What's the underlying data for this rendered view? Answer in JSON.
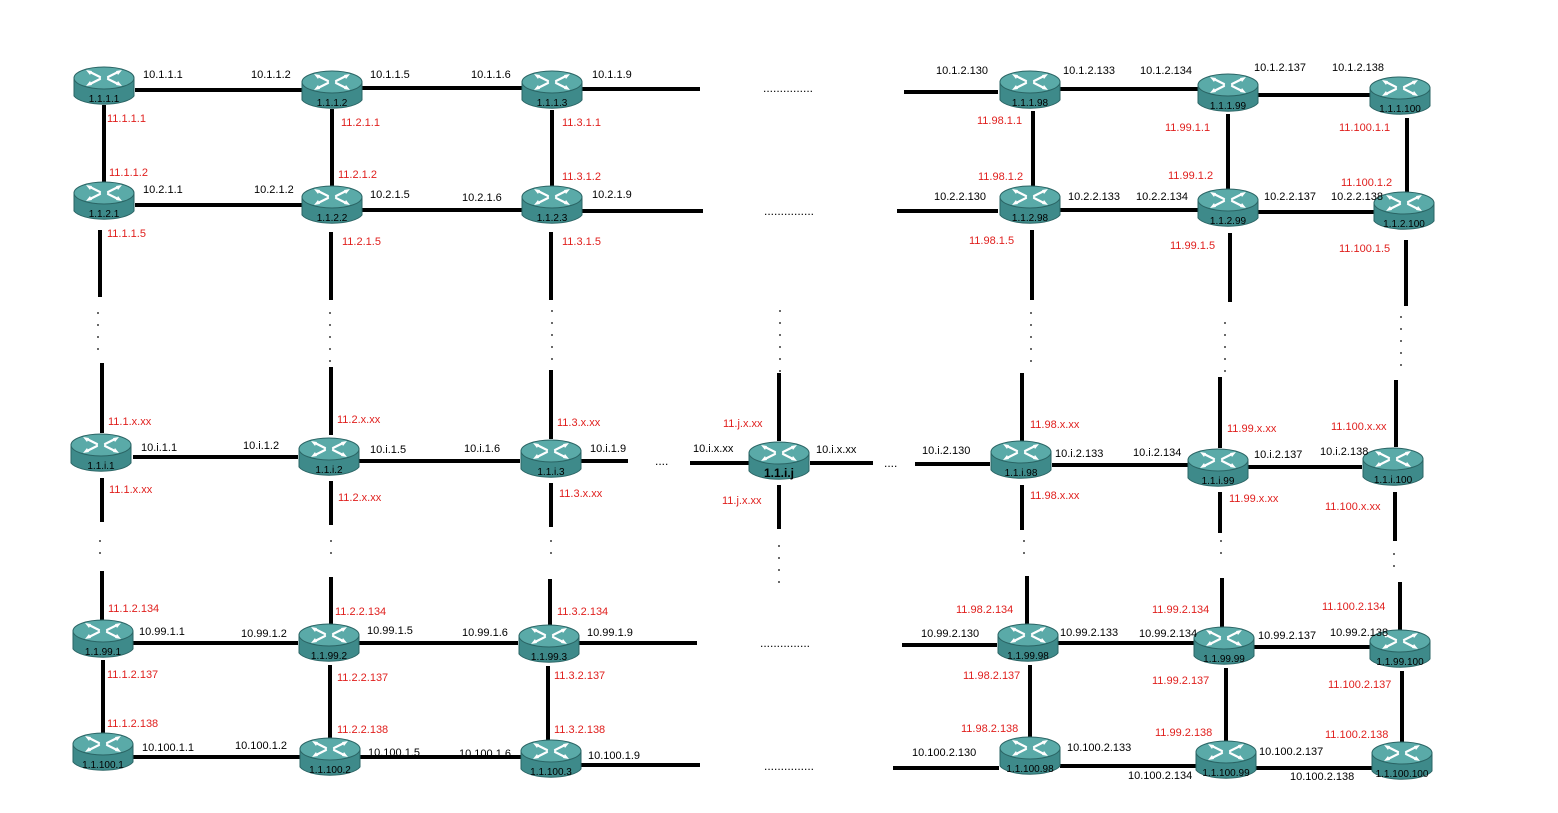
{
  "colors": {
    "link": "#000000",
    "link_label": "#000000",
    "interface_label": "#e0201e",
    "router_body": "#3e8a8a",
    "router_top": "#5aaaa8",
    "router_edge": "#2a6464"
  },
  "icons": {
    "router": "router-icon"
  },
  "routers": [
    {
      "id": "r-1-1-1",
      "label": "1.1.1.1"
    },
    {
      "id": "r-1-1-2",
      "label": "1.1.1.2"
    },
    {
      "id": "r-1-1-3",
      "label": "1.1.1.3"
    },
    {
      "id": "r-1-1-98",
      "label": "1.1.1.98"
    },
    {
      "id": "r-1-1-99",
      "label": "1.1.1.99"
    },
    {
      "id": "r-1-1-100",
      "label": "1.1.1.100"
    },
    {
      "id": "r-1-2-1",
      "label": "1.1.2.1"
    },
    {
      "id": "r-1-2-2",
      "label": "1.1.2.2"
    },
    {
      "id": "r-1-2-3",
      "label": "1.1.2.3"
    },
    {
      "id": "r-1-2-98",
      "label": "1.1.2.98"
    },
    {
      "id": "r-1-2-99",
      "label": "1.1.2.99"
    },
    {
      "id": "r-1-2-100",
      "label": "1.1.2.100"
    },
    {
      "id": "r-i-1",
      "label": "1.1.i.1"
    },
    {
      "id": "r-i-2",
      "label": "1.1.i.2"
    },
    {
      "id": "r-i-3",
      "label": "1.1.i.3"
    },
    {
      "id": "r-i-j",
      "label": "1.1.i.j"
    },
    {
      "id": "r-i-98",
      "label": "1.1.i.98"
    },
    {
      "id": "r-i-99",
      "label": "1.1.i.99"
    },
    {
      "id": "r-i-100",
      "label": "1.1.i.100"
    },
    {
      "id": "r-99-1",
      "label": "1.1.99.1"
    },
    {
      "id": "r-99-2",
      "label": "1.1.99.2"
    },
    {
      "id": "r-99-3",
      "label": "1.1.99.3"
    },
    {
      "id": "r-99-98",
      "label": "1.1.99.98"
    },
    {
      "id": "r-99-99",
      "label": "1.1.99.99"
    },
    {
      "id": "r-99-100",
      "label": "1.1.99.100"
    },
    {
      "id": "r-100-1",
      "label": "1.1.100.1"
    },
    {
      "id": "r-100-2",
      "label": "1.1.100.2"
    },
    {
      "id": "r-100-3",
      "label": "1.1.100.3"
    },
    {
      "id": "r-100-98",
      "label": "1.1.100.98"
    },
    {
      "id": "r-100-99",
      "label": "1.1.100.99"
    },
    {
      "id": "r-100-100",
      "label": "1.1.100.100"
    }
  ],
  "link_labels": [
    "10.1.1.1",
    "10.1.1.2",
    "10.1.1.5",
    "10.1.1.6",
    "10.1.1.9",
    "10.1.2.130",
    "10.1.2.133",
    "10.1.2.134",
    "10.1.2.137",
    "10.1.2.138",
    "10.2.1.1",
    "10.2.1.2",
    "10.2.1.5",
    "10.2.1.6",
    "10.2.1.9",
    "10.2.2.130",
    "10.2.2.133",
    "10.2.2.134",
    "10.2.2.137",
    "10.2.2.138",
    "10.i.1.1",
    "10.i.1.2",
    "10.i.1.5",
    "10.i.1.6",
    "10.i.1.9",
    "10.i.x.xx",
    "10.i.x.xx",
    "10.i.2.130",
    "10.i.2.133",
    "10.i.2.134",
    "10.i.2.137",
    "10.i.2.138",
    "10.99.1.1",
    "10.99.1.2",
    "10.99.1.5",
    "10.99.1.6",
    "10.99.1.9",
    "10.99.2.130",
    "10.99.2.133",
    "10.99.2.134",
    "10.99.2.137",
    "10.99.2.138",
    "10.100.1.1",
    "10.100.1.2",
    "10.100.1.5",
    "10.100.1.6",
    "10.100.1.9",
    "10.100.2.130",
    "10.100.2.133",
    "10.100.2.134",
    "10.100.2.137",
    "10.100.2.138"
  ],
  "interface_labels": [
    "11.1.1.1",
    "11.2.1.1",
    "11.3.1.1",
    "11.98.1.1",
    "11.99.1.1",
    "11.100.1.1",
    "11.1.1.2",
    "11.2.1.2",
    "11.3.1.2",
    "11.98.1.2",
    "11.99.1.2",
    "11.100.1.2",
    "11.1.1.5",
    "11.2.1.5",
    "11.3.1.5",
    "11.98.1.5",
    "11.99.1.5",
    "11.100.1.5",
    "11.1.x.xx",
    "11.2.x.xx",
    "11.3.x.xx",
    "11.j.x.xx",
    "11.98.x.xx",
    "11.99.x.xx",
    "11.100.x.xx",
    "11.1.x.xx",
    "11.2.x.xx",
    "11.3.x.xx",
    "11.j.x.xx",
    "11.98.x.xx",
    "11.99.x.xx",
    "11.100.x.xx",
    "11.1.2.134",
    "11.2.2.134",
    "11.3.2.134",
    "11.98.2.134",
    "11.99.2.134",
    "11.100.2.134",
    "11.1.2.137",
    "11.2.2.137",
    "11.3.2.137",
    "11.98.2.137",
    "11.99.2.137",
    "11.100.2.137",
    "11.1.2.138",
    "11.2.2.138",
    "11.3.2.138",
    "11.98.2.138",
    "11.99.2.138",
    "11.100.2.138"
  ],
  "ellipsis": {
    "dotted_row": "...............",
    "short": "....",
    "vertical_dot": "."
  }
}
